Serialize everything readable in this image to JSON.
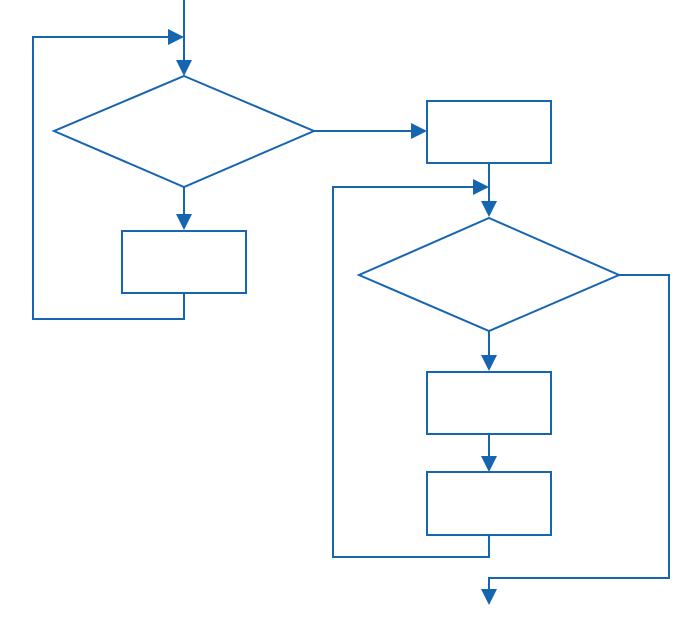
{
  "diagram": {
    "type": "flowchart",
    "colors": {
      "stroke": "#1565b0",
      "fill": "#ffffff",
      "background": "#ffffff"
    },
    "nodes": [
      {
        "id": "decision-1",
        "shape": "diamond",
        "label": ""
      },
      {
        "id": "process-1",
        "shape": "rectangle",
        "label": ""
      },
      {
        "id": "process-2",
        "shape": "rectangle",
        "label": ""
      },
      {
        "id": "decision-2",
        "shape": "diamond",
        "label": ""
      },
      {
        "id": "process-3",
        "shape": "rectangle",
        "label": ""
      },
      {
        "id": "process-4",
        "shape": "rectangle",
        "label": ""
      }
    ],
    "edges": [
      {
        "from": "start",
        "to": "decision-1"
      },
      {
        "from": "decision-1",
        "to": "process-1"
      },
      {
        "from": "process-1",
        "to": "decision-1",
        "kind": "loop-back"
      },
      {
        "from": "decision-1",
        "to": "process-2"
      },
      {
        "from": "process-2",
        "to": "decision-2"
      },
      {
        "from": "decision-2",
        "to": "process-3"
      },
      {
        "from": "process-3",
        "to": "process-4"
      },
      {
        "from": "process-4",
        "to": "decision-2",
        "kind": "loop-back"
      },
      {
        "from": "decision-2",
        "to": "end"
      }
    ]
  }
}
